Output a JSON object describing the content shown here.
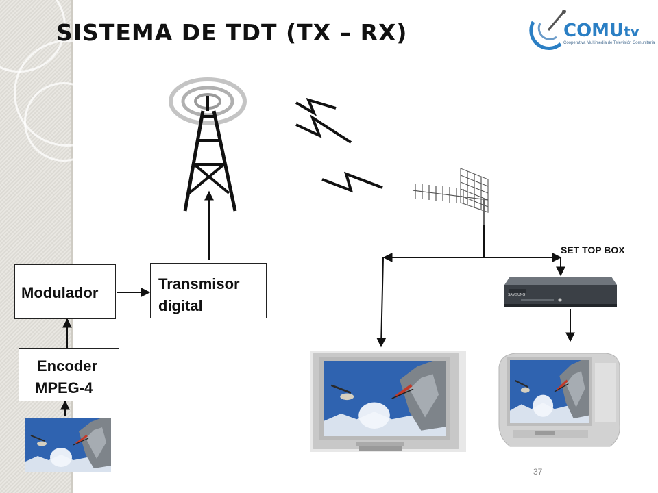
{
  "slide": {
    "title": "SISTEMA DE TDT (TX – RX)",
    "page_number": "37"
  },
  "logo": {
    "brand": "COMU",
    "brand_suffix": "tv",
    "tagline": "Cooperativa Multimedia de Televisión Comunitaria"
  },
  "blocks": {
    "encoder_line1": "Encoder",
    "encoder_line2": "MPEG-4",
    "modulator": "Modulador",
    "transmitter_line1": "Transmisor",
    "transmitter_line2": "digital",
    "set_top_box": "SET TOP BOX"
  },
  "devices": {
    "stb_brand": "SAMSUNG"
  },
  "colors": {
    "title": "#111111",
    "logo_blue": "#2b7fc4",
    "sky": "#2f63b0",
    "line": "#111111"
  }
}
